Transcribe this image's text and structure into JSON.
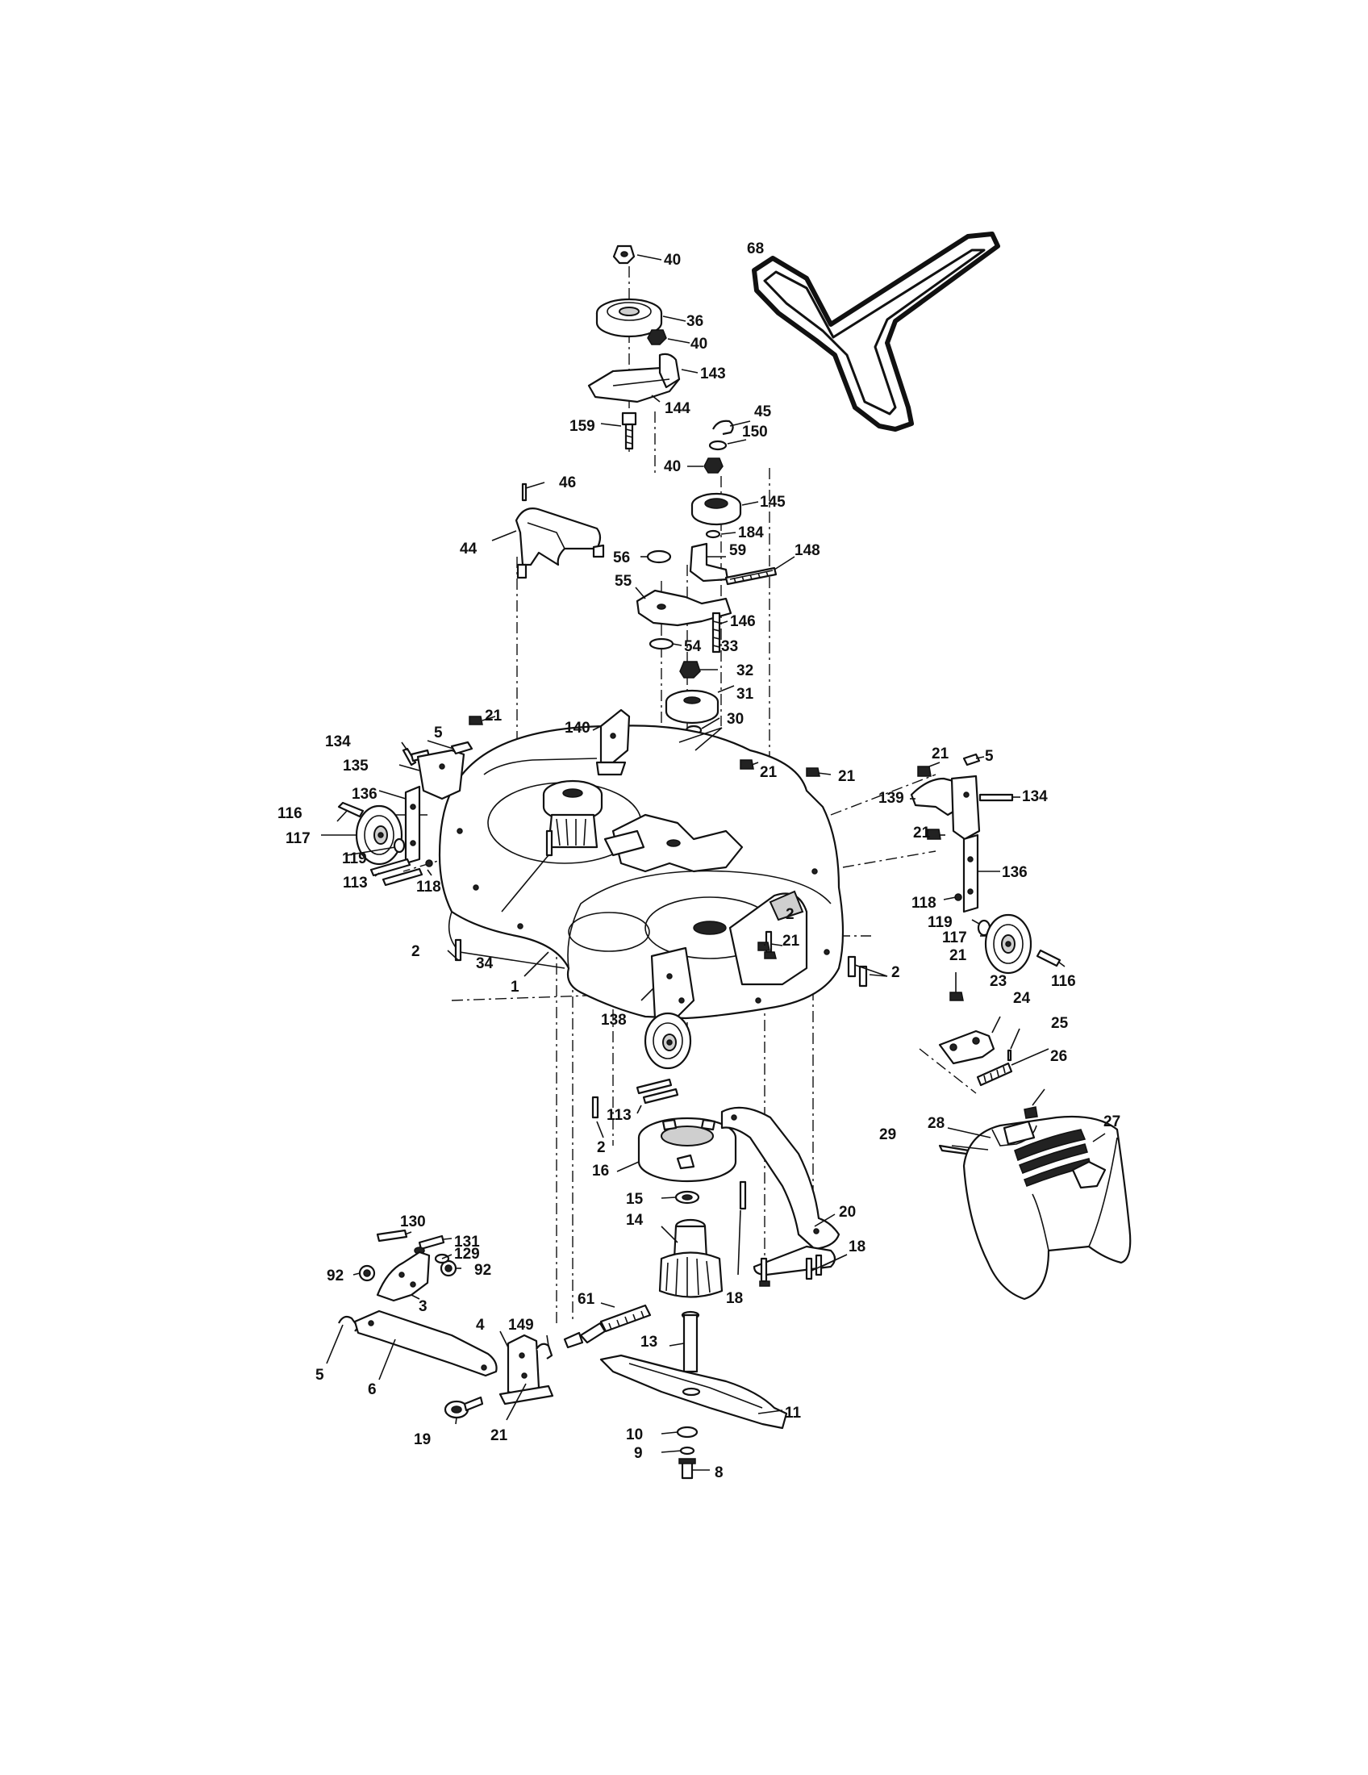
{
  "callouts": {
    "c68": "68",
    "c40a": "40",
    "c36": "36",
    "c40b": "40",
    "c143": "143",
    "c144": "144",
    "c159": "159",
    "c45": "45",
    "c150": "150",
    "c40c": "40",
    "c46": "46",
    "c145": "145",
    "c44": "44",
    "c184": "184",
    "c56": "56",
    "c59": "59",
    "c148": "148",
    "c55": "55",
    "c146": "146",
    "c54": "54",
    "c33": "33",
    "c32": "32",
    "c31": "31",
    "c30": "30",
    "c140": "140",
    "c21a": "21",
    "c134a": "134",
    "c5a": "5",
    "c135": "135",
    "c21b": "21",
    "c21c": "21",
    "c21d": "21",
    "c5b": "5",
    "c139": "139",
    "c134b": "134",
    "c136a": "136",
    "c116a": "116",
    "c117a": "117",
    "c119a": "119",
    "c113a": "113",
    "c118a": "118",
    "c21e": "21",
    "c136b": "136",
    "c118b": "118",
    "c119b": "119",
    "c117b": "117",
    "c116b": "116",
    "c2a": "2",
    "c34": "34",
    "c1": "1",
    "c2b": "2",
    "c21f": "21",
    "c2c": "2",
    "c21g": "21",
    "c23": "23",
    "c24": "24",
    "c25": "25",
    "c26": "26",
    "c138": "138",
    "c113b": "113",
    "c2d": "2",
    "c16": "16",
    "c28": "28",
    "c29": "29",
    "c27": "27",
    "c15": "15",
    "c20": "20",
    "c14": "14",
    "c18a": "18",
    "c18b": "18",
    "c130": "130",
    "c131": "131",
    "c129": "129",
    "c92a": "92",
    "c92b": "92",
    "c3": "3",
    "c61": "61",
    "c4": "4",
    "c149": "149",
    "c13": "13",
    "c5c": "5",
    "c6": "6",
    "c11": "11",
    "c19": "19",
    "c21h": "21",
    "c10": "10",
    "c9": "9",
    "c8": "8"
  }
}
